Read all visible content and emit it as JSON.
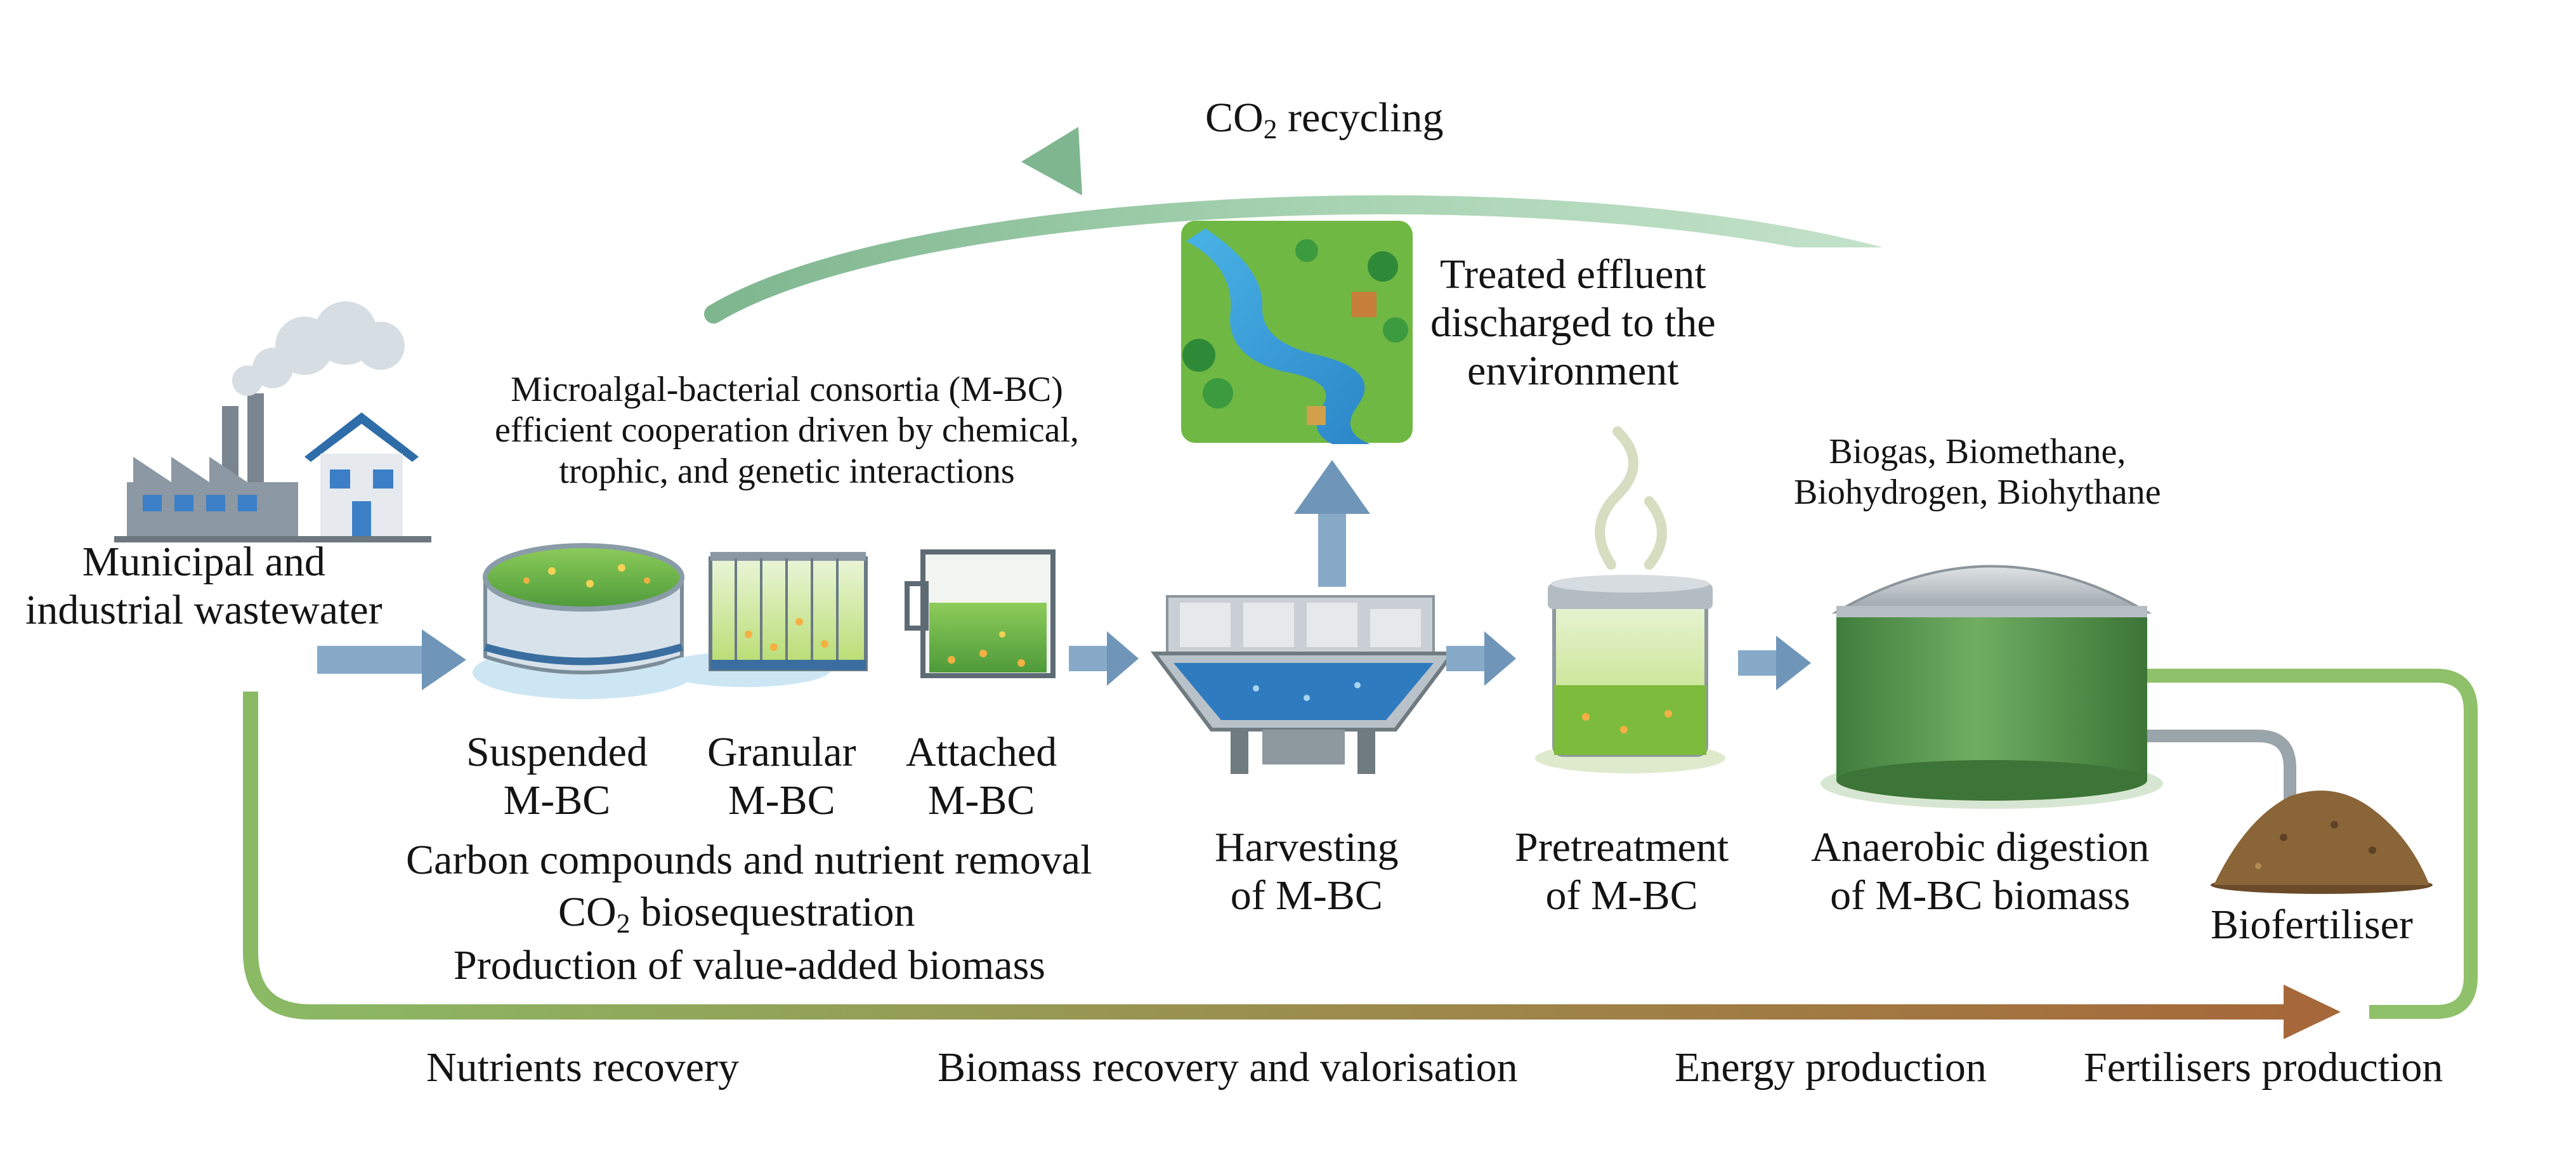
{
  "colors": {
    "recycle_arrow": "#9ccaa8",
    "flow_arrow": "#6f96b8",
    "bottom_arrow_start": "#8aba64",
    "bottom_arrow_end": "#a6683a",
    "tank_green": "#5a9950",
    "water_blue": "#3e8fcc"
  },
  "labels": {
    "co2_recycling": {
      "pre": "CO",
      "sub": "2",
      "post": " recycling"
    },
    "treated_effluent": [
      "Treated effluent",
      "discharged to the",
      "environment"
    ],
    "mbc_intro": [
      "Microalgal-bacterial consortia (M-BC)",
      "efficient cooperation driven by chemical,",
      "trophic, and genetic interactions"
    ],
    "biogas": [
      "Biogas, Biomethane,",
      "Biohydrogen, Biohythane"
    ],
    "wastewater": [
      "Municipal and",
      "industrial wastewater"
    ],
    "suspended": [
      "Suspended",
      "M-BC"
    ],
    "granular": [
      "Granular",
      "M-BC"
    ],
    "attached": [
      "Attached",
      "M-BC"
    ],
    "carbon_removal": "Carbon compounds and nutrient removal",
    "co2_bio": {
      "pre": "CO",
      "sub": "2",
      "post": " biosequestration"
    },
    "production": "Production of value-added biomass",
    "harvesting": [
      "Harvesting",
      "of M-BC"
    ],
    "pretreatment": [
      "Pretreatment",
      "of M-BC"
    ],
    "anaerobic": [
      "Anaerobic digestion",
      "of M-BC biomass"
    ],
    "biofertiliser": "Biofertiliser",
    "stages": [
      "Nutrients recovery",
      "Biomass recovery and valorisation",
      "Energy production",
      "Fertilisers production"
    ]
  },
  "icons": [
    "factory-icon",
    "house-icon",
    "smoke-cloud-icon",
    "suspended-reactor-icon",
    "granular-reactor-icon",
    "attached-reactor-icon",
    "harvesting-clarifier-icon",
    "river-landscape-icon",
    "pretreatment-vessel-icon",
    "steam-icon",
    "anaerobic-digester-icon",
    "biogas-bubbles-icon",
    "compost-pile-icon"
  ]
}
